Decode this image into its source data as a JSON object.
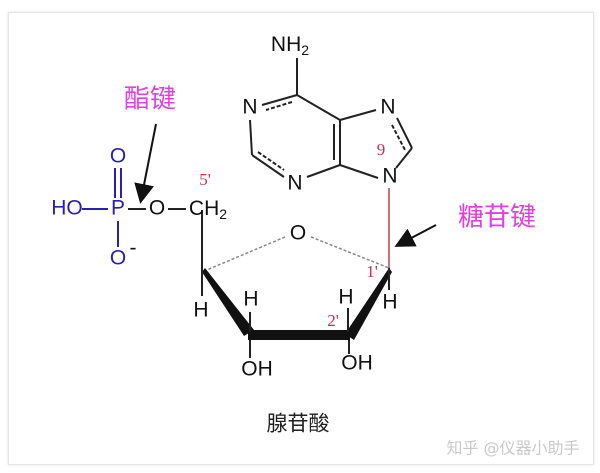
{
  "diagram": {
    "caption": "腺苷酸",
    "labels": {
      "ester_bond": "酯键",
      "glycosidic_bond": "糖苷键"
    },
    "atoms": {
      "nh2": "NH",
      "nh2_sub": "2",
      "n1": "N",
      "n3": "N",
      "n7": "N",
      "n9": "N",
      "ring_o": "O",
      "ho": "HO",
      "p": "P",
      "o_top": "O",
      "o_bottom": "O",
      "o_bottom_charge": "-",
      "o_link": "O",
      "ch2": "CH",
      "ch2_sub": "2",
      "h_c4": "H",
      "h_c3": "H",
      "h_c2": "H",
      "h_c1": "H",
      "oh_c3": "OH",
      "oh_c2": "OH"
    },
    "numbers": {
      "n9": "9",
      "c5": "5'",
      "c1": "1'",
      "c2": "2'"
    },
    "colors": {
      "phosphate": "#2a1fb0",
      "label": "#e040e0",
      "numbering": "#c8304a",
      "glycosidic_line": "#c04050"
    }
  },
  "watermark": "知乎 @仪器小助手"
}
